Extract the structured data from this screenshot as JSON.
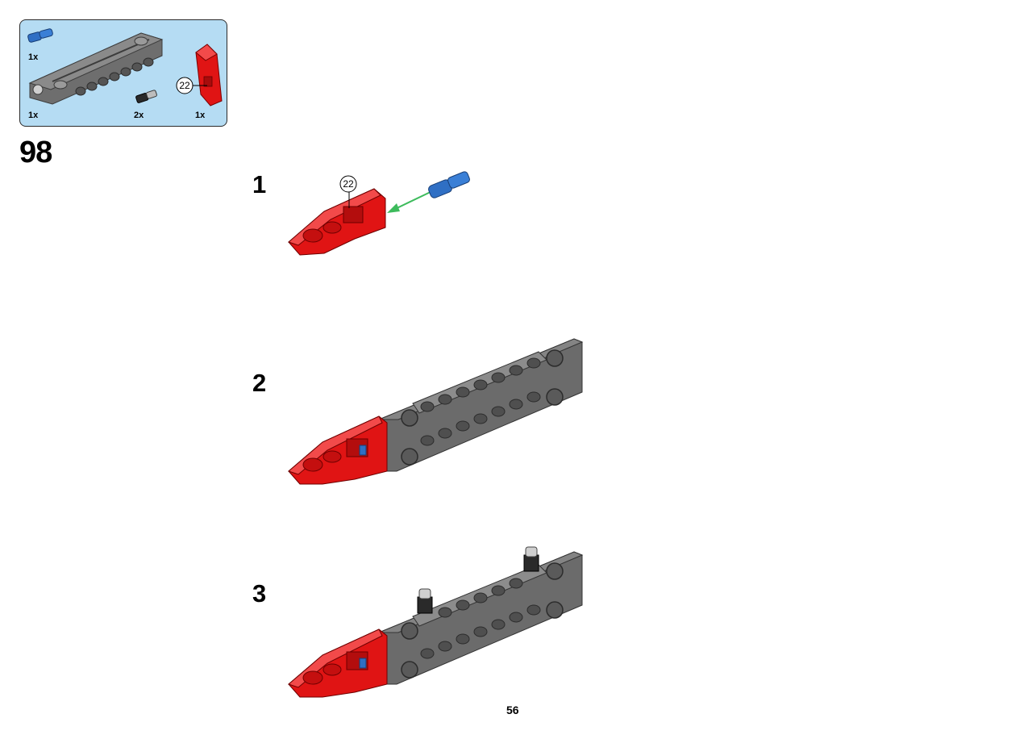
{
  "parts_list": {
    "items": [
      {
        "name": "blue friction pin with axle",
        "icon": "blue-pin-icon",
        "qty": "1x",
        "color": "#2f6fc4"
      },
      {
        "name": "dark grey panel",
        "icon": "grey-panel-icon",
        "qty": "1x",
        "color": "#6b6b6b"
      },
      {
        "name": "black pin with tow ball",
        "icon": "black-pin-icon",
        "qty": "2x",
        "color": "#2a2a2a"
      },
      {
        "name": "red panel",
        "icon": "red-panel-icon",
        "qty": "1x",
        "color": "#e01414",
        "callout": "22"
      }
    ]
  },
  "step": {
    "number": "98",
    "substeps": [
      {
        "number": "1",
        "callout": "22"
      },
      {
        "number": "2"
      },
      {
        "number": "3"
      }
    ]
  },
  "page": {
    "number": "56"
  },
  "colors": {
    "parts_box_bg": "#b5dcf3",
    "arrow_green": "#3dbb5c",
    "red": "#e01414",
    "grey": "#6b6b6b",
    "blue": "#2f6fc4"
  }
}
